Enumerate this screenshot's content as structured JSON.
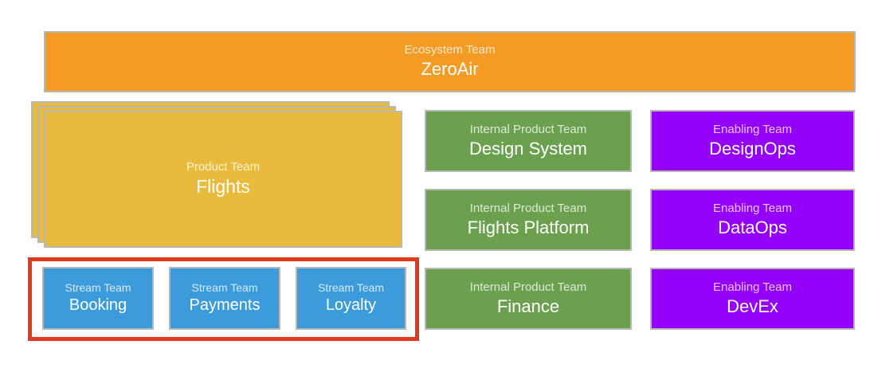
{
  "colors": {
    "ecosystem": "#F49B25",
    "product": "#E8BB3D",
    "internal_product": "#6AA04E",
    "enabling": "#9502F9",
    "stream": "#3C9BDB",
    "highlight_border": "#E03A1E",
    "box_border": "#B7B7B7",
    "label_text": "#E9E9E9",
    "name_text": "#FFFFFF"
  },
  "diagram": {
    "ecosystem": {
      "label": "Ecosystem Team",
      "name": "ZeroAir"
    },
    "product": {
      "label": "Product Team",
      "name": "Flights"
    },
    "internal_product_teams": [
      {
        "label": "Internal Product Team",
        "name": "Design System"
      },
      {
        "label": "Internal Product Team",
        "name": "Flights Platform"
      },
      {
        "label": "Internal Product Team",
        "name": "Finance"
      }
    ],
    "enabling_teams": [
      {
        "label": "Enabling Team",
        "name": "DesignOps"
      },
      {
        "label": "Enabling Team",
        "name": "DataOps"
      },
      {
        "label": "Enabling Team",
        "name": "DevEx"
      }
    ],
    "stream_teams": [
      {
        "label": "Stream Team",
        "name": "Booking"
      },
      {
        "label": "Stream Team",
        "name": "Payments"
      },
      {
        "label": "Stream Team",
        "name": "Loyalty"
      }
    ]
  }
}
